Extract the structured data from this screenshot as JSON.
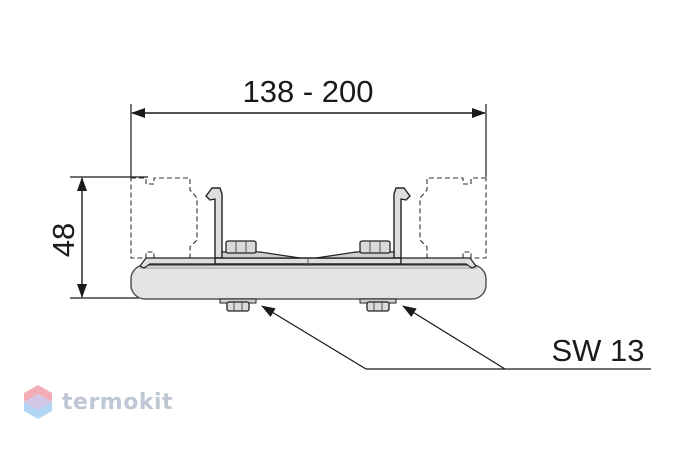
{
  "dimensions": {
    "width_label": "138 - 200",
    "height_label": "48",
    "wrench_label": "SW 13"
  },
  "watermark": {
    "brand": "termokit"
  },
  "colors": {
    "line": "#1a1a1a",
    "dashed": "#333333",
    "plate_fill": "#e4e4e4",
    "plate_stroke": "#555555",
    "bracket_fill": "#dedede",
    "logo_red": "#e5505e",
    "logo_blue": "#5aa7e6",
    "logo_text": "#8a9bb0"
  }
}
